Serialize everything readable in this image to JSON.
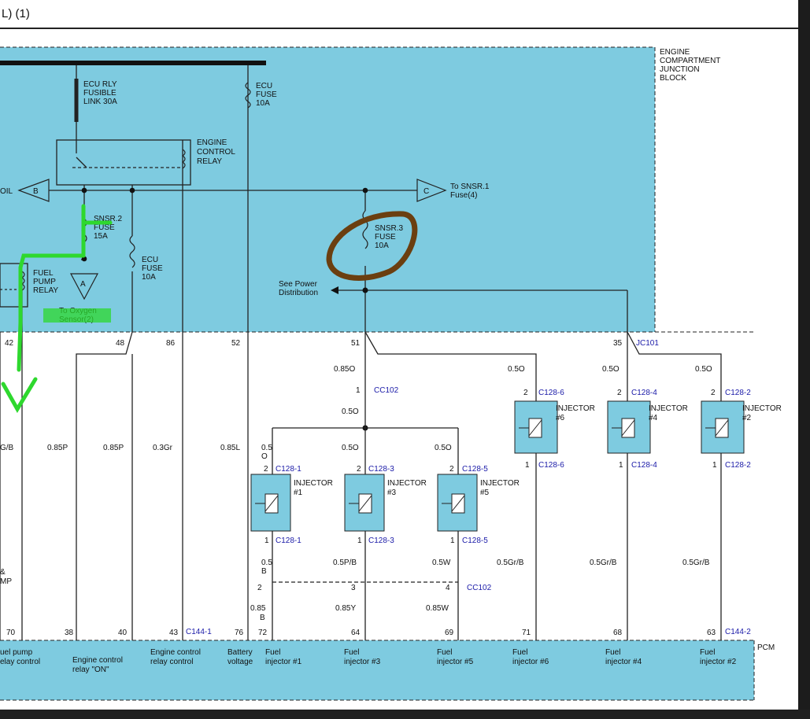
{
  "title": "L) (1)",
  "colors": {
    "box_fill": "#7ecbe0",
    "wire": "#222222",
    "connector_blue": "#1a1aa8",
    "brown_mark": "#6b3f10",
    "green_mark": "#2ed82e"
  },
  "blocks": {
    "junction": [
      "ENGINE",
      "COMPARTMENT",
      "JUNCTION",
      "BLOCK"
    ],
    "pcm": "PCM"
  },
  "components": {
    "ecu_rly": [
      "ECU RLY",
      "FUSIBLE",
      "LINK 30A"
    ],
    "ecu_fuse_top": [
      "ECU",
      "FUSE",
      "10A"
    ],
    "engine_control_relay": [
      "ENGINE",
      "CONTROL",
      "RELAY"
    ],
    "oil": "OIL",
    "conn_b": "B",
    "conn_c": "C",
    "to_snsr1": [
      "To SNSR.1",
      "Fuse(4)"
    ],
    "snsr2": [
      "SNSR.2",
      "FUSE",
      "15A"
    ],
    "snsr3": [
      "SNSR.3",
      "FUSE",
      "10A"
    ],
    "ecu_fuse_mid": [
      "ECU",
      "FUSE",
      "10A"
    ],
    "fuel_pump_relay": [
      "FUEL",
      "PUMP",
      "RELAY"
    ],
    "conn_a": "A",
    "to_oxygen": [
      "To Oxygen",
      "Sensor(2)"
    ],
    "see_power": [
      "See Power",
      "Distribution"
    ]
  },
  "pins_top": [
    "42",
    "48",
    "86",
    "52",
    "51",
    "35"
  ],
  "jc101": "JC101",
  "wires": {
    "w_085o_a": "0.85O",
    "w_05o_a": "0.5O",
    "w_05o_6": "0.5O",
    "w_05o_4": "0.5O",
    "w_05o_2": "0.5O",
    "w_gb": "G/B",
    "w_085p_a": "0.85P",
    "w_085p_b": "0.85P",
    "w_03gr": "0.3Gr",
    "w_085l": "0.85L",
    "w_05_o": [
      "0.5",
      "O"
    ],
    "w_05o_3": "0.5O",
    "w_05o_5": "0.5O",
    "w_05_b": [
      "0.5",
      "B"
    ],
    "w_05pb": "0.5P/B",
    "w_05w": "0.5W",
    "w_05grb_6": "0.5Gr/B",
    "w_05grb_4": "0.5Gr/B",
    "w_05grb_2": "0.5Gr/B",
    "w_085_b": [
      "0.85",
      "B"
    ],
    "w_085y": "0.85Y",
    "w_085w": "0.85W",
    "amp": [
      "&",
      "MP"
    ]
  },
  "connectors": {
    "cc102_top": "CC102",
    "cc102_bot": "CC102",
    "c128_1": "C128-1",
    "c128_3": "C128-3",
    "c128_5": "C128-5",
    "c128_6": "C128-6",
    "c128_4": "C128-4",
    "c128_2": "C128-2",
    "c144_1": "C144-1",
    "c144_2": "C144-2"
  },
  "small_pins": {
    "p1": "1",
    "p2": "2",
    "p3": "3",
    "p4": "4"
  },
  "injectors": [
    {
      "title": "INJECTOR",
      "num": "#1"
    },
    {
      "title": "INJECTOR",
      "num": "#3"
    },
    {
      "title": "INJECTOR",
      "num": "#5"
    },
    {
      "title": "INJECTOR",
      "num": "#6"
    },
    {
      "title": "INJECTOR",
      "num": "#4"
    },
    {
      "title": "INJECTOR",
      "num": "#2"
    }
  ],
  "pins_bottom": [
    "70",
    "38",
    "40",
    "43",
    "76",
    "72",
    "64",
    "69",
    "71",
    "68",
    "63"
  ],
  "pcm_labels": [
    [
      "uel pump",
      "elay control"
    ],
    [
      "Engine control",
      "relay \"ON\""
    ],
    [
      "Engine control",
      "relay control"
    ],
    [
      "Battery",
      "voltage"
    ],
    [
      "Fuel",
      "injector #1"
    ],
    [
      "Fuel",
      "injector #3"
    ],
    [
      "Fuel",
      "injector #5"
    ],
    [
      "Fuel",
      "injector #6"
    ],
    [
      "Fuel",
      "injector #4"
    ],
    [
      "Fuel",
      "injector #2"
    ]
  ]
}
